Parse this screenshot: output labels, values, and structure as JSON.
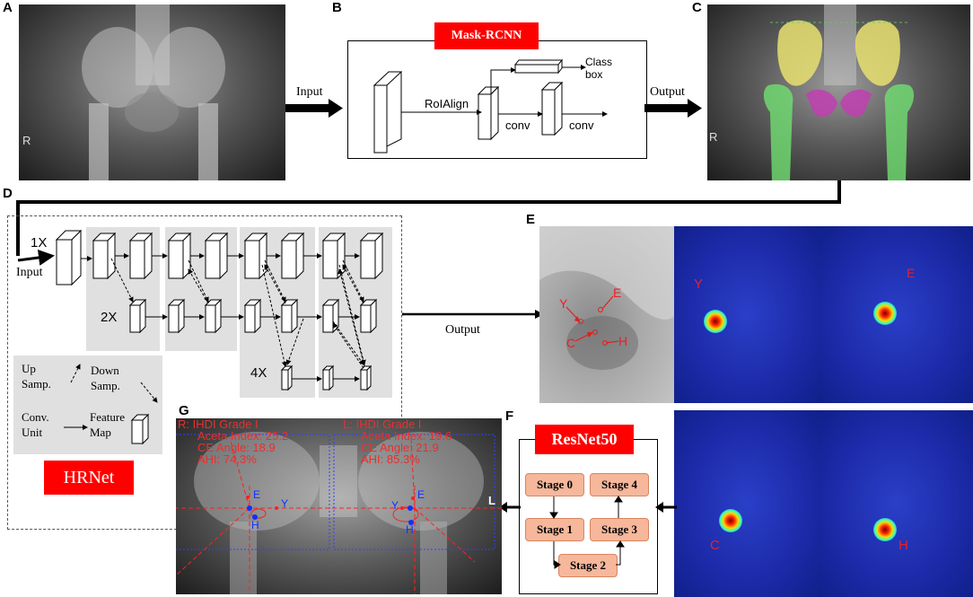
{
  "panels": {
    "a": {
      "label": "A",
      "marker": "R"
    },
    "b": {
      "label": "B",
      "title": "Mask-RCNN",
      "roialign": "RoIAlign",
      "conv1": "conv",
      "conv2": "conv",
      "classbox": "Class\nbox"
    },
    "c": {
      "label": "C",
      "marker": "R"
    },
    "d": {
      "label": "D",
      "input": "Input",
      "scale1": "1X",
      "scale2": "2X",
      "scale4": "4X",
      "legend": {
        "up": "Up\nSamp.",
        "down": "Down\nSamp.",
        "conv": "Conv.\nUnit",
        "feature": "Feature\nMap"
      },
      "title": "HRNet"
    },
    "e": {
      "label": "E",
      "points": [
        "Y",
        "E",
        "C",
        "H"
      ],
      "heatmap_labels": [
        "Y",
        "E",
        "C",
        "H"
      ]
    },
    "f": {
      "label": "F",
      "title": "ResNet50",
      "stages": [
        "Stage 0",
        "Stage 1",
        "Stage 2",
        "Stage 3",
        "Stage 4"
      ]
    },
    "g": {
      "label": "G",
      "right": {
        "grade": "R: IHDI Grade I",
        "aceta": "Aceta Index: 25.2",
        "ce": "CE Angle: 18.9",
        "ahi": "AHI: 74.3%"
      },
      "left": {
        "grade": "L: IHDI Grade I",
        "aceta": "Aceta Index: 19.6",
        "ce": "CE Angle: 21.9",
        "ahi": "AHI: 85.3%"
      },
      "marks": {
        "e": "E",
        "y": "Y",
        "h": "H",
        "l": "L"
      }
    }
  },
  "arrows": {
    "input": "Input",
    "output_b": "Output",
    "output_d": "Output"
  },
  "colors": {
    "red": "#ff0000",
    "stage_fill": "#f6b79b",
    "grey_block": "#e0e0e0",
    "yellow_mask": "#e8e070",
    "green_mask": "#70e070",
    "magenta_mask": "#c040b0"
  }
}
